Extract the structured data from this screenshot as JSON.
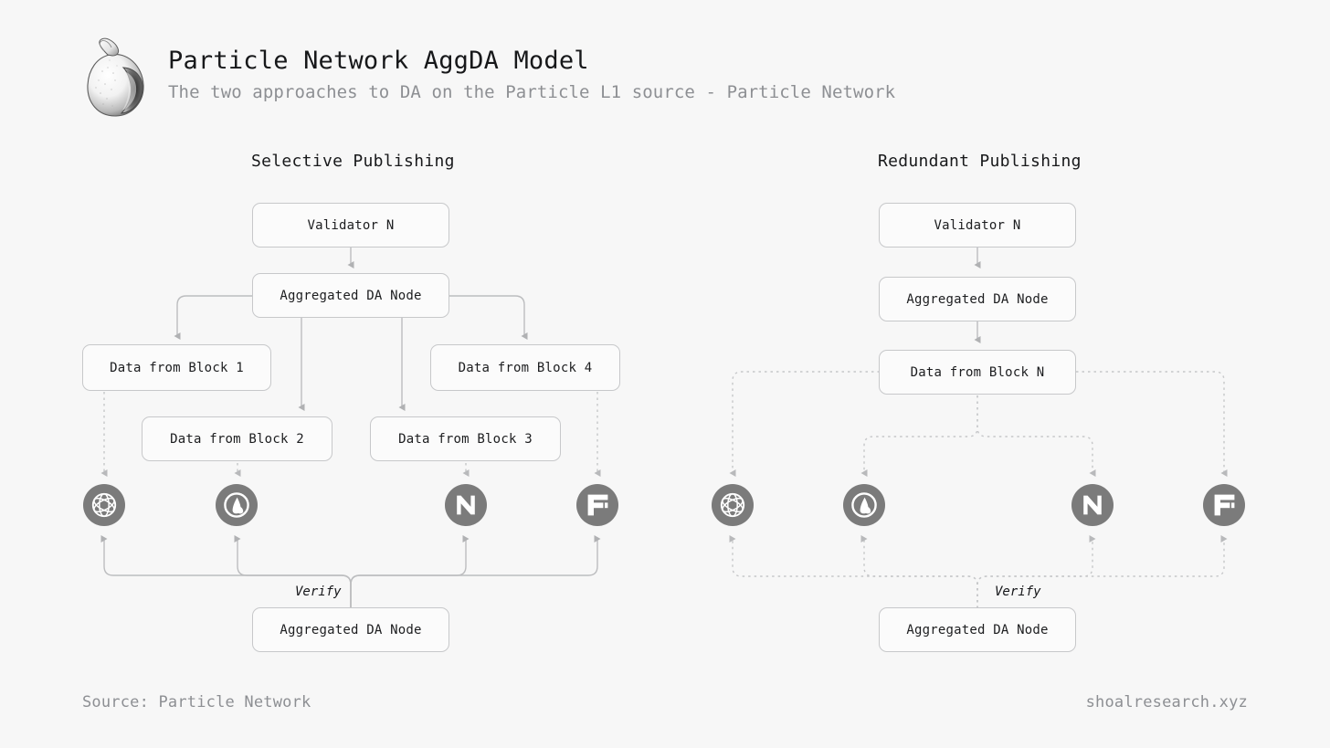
{
  "header": {
    "logo_icon": "shell-logo",
    "title": "Particle Network AggDA Model",
    "subtitle": "The two approaches to DA on the Particle L1 source - Particle Network"
  },
  "panels": [
    {
      "id": "selective",
      "heading": "Selective Publishing",
      "boxes": {
        "validator": "Validator N",
        "aggregator_top": "Aggregated DA Node",
        "block1": "Data from Block 1",
        "block2": "Data from Block 2",
        "block3": "Data from Block 3",
        "block4": "Data from Block 4",
        "aggregator_bottom": "Aggregated DA Node"
      },
      "verify_label": "Verify",
      "da_layers": [
        {
          "name": "celestia",
          "icon": "celestia-icon"
        },
        {
          "name": "avail",
          "icon": "avail-icon"
        },
        {
          "name": "near",
          "icon": "near-icon"
        },
        {
          "name": "eigenda",
          "icon": "eigenda-icon"
        }
      ]
    },
    {
      "id": "redundant",
      "heading": "Redundant Publishing",
      "boxes": {
        "validator": "Validator N",
        "aggregator_top": "Aggregated DA Node",
        "block_n": "Data from Block N",
        "aggregator_bottom": "Aggregated DA Node"
      },
      "verify_label": "Verify",
      "da_layers": [
        {
          "name": "celestia",
          "icon": "celestia-icon"
        },
        {
          "name": "avail",
          "icon": "avail-icon"
        },
        {
          "name": "near",
          "icon": "near-icon"
        },
        {
          "name": "eigenda",
          "icon": "eigenda-icon"
        }
      ]
    }
  ],
  "footer": {
    "source": "Source: Particle Network",
    "site": "shoalresearch.xyz"
  },
  "colors": {
    "background": "#f7f7f7",
    "title_text": "#17181a",
    "muted_text": "#8d8f93",
    "box_border": "#c7c8ca",
    "box_fill": "#fbfbfb",
    "node_circle": "#7b7b7b",
    "wire": "#b9babc",
    "wire_dotted": "#c4c5c7"
  }
}
